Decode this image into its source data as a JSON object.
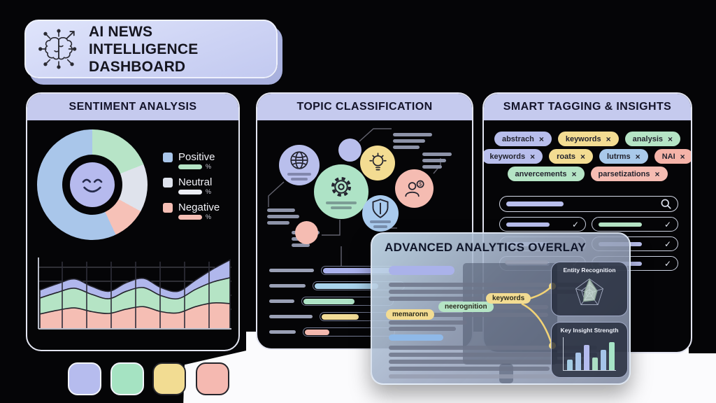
{
  "header": {
    "title_line1": "AI NEWS INTELLIGENCE",
    "title_line2": "DASHBOARD"
  },
  "glyphs": {
    "close": "×",
    "check": "✓",
    "percent": "%",
    "dollar": "$"
  },
  "colors": {
    "lavender": "#b8beec",
    "yellow": "#f3dc92",
    "green": "#b5e4c5",
    "blue": "#a9c9ea",
    "pink": "#f5bcb2",
    "panel_header": "#c5caee",
    "connector": "#f2d376",
    "background": "#050507",
    "page": "#fbfbfd"
  },
  "panels": {
    "sentiment": {
      "title": "SENTIMENT ANALYSIS",
      "legend": [
        {
          "label": "Positive",
          "swatch": "#a9c6ea",
          "bar": "#b5e4c5"
        },
        {
          "label": "Neutral",
          "swatch": "#dfe3ec",
          "bar": "#eceef4"
        },
        {
          "label": "Negative",
          "swatch": "#f5beb4",
          "bar": "#f5beb4"
        }
      ]
    },
    "topic": {
      "title": "TOPIC CLASSIFICATION"
    },
    "tagging": {
      "title": "SMART TAGGING & INSIGHTS",
      "tags": [
        {
          "label": "abstrach",
          "color": "#b8beec"
        },
        {
          "label": "keywords",
          "color": "#f3dc92"
        },
        {
          "label": "analysis",
          "color": "#b5e4c5"
        },
        {
          "label": "keywords",
          "color": "#b8beec"
        },
        {
          "label": "roats",
          "color": "#f3dc92"
        },
        {
          "label": "lutrms",
          "color": "#a9c9ea"
        },
        {
          "label": "NAI",
          "color": "#f5b3a8"
        },
        {
          "label": "anvercements",
          "color": "#b5e4c5"
        },
        {
          "label": "parsetizations",
          "color": "#f5bcb2"
        }
      ],
      "check_rows": [
        {
          "bar": "#b8beec"
        },
        {
          "bar": "#b5e4c5"
        },
        {
          "bar": "#b8beec"
        },
        {
          "bar": "#b8beec"
        },
        {
          "bar": "#b8beec"
        },
        {
          "bar": "#b8beec"
        }
      ]
    },
    "overlay": {
      "title": "ADVANCED ANALYTICS OVERLAY",
      "inline_tags": [
        {
          "label": "memaronn",
          "color": "#f3dc92"
        },
        {
          "label": "neerognition",
          "color": "#b5e4c5"
        },
        {
          "label": "keywords",
          "color": "#f3dc92"
        }
      ],
      "cards": [
        {
          "title": "Entity Recognition"
        },
        {
          "title": "Key Insight Strength"
        }
      ]
    }
  },
  "chart_data": [
    {
      "type": "pie",
      "variant": "donut",
      "title": "Sentiment share",
      "note": "slices drawn clockwise from 12 o'clock; green slice has no legend label",
      "slices": [
        {
          "label": "",
          "value": 19,
          "color": "#b7e4c7"
        },
        {
          "label": "Neutral",
          "value": 14,
          "color": "#dfe3ec"
        },
        {
          "label": "Negative",
          "value": 10,
          "color": "#f6c1b7"
        },
        {
          "label": "Positive",
          "value": 57,
          "color": "#a9c6ea"
        }
      ]
    },
    {
      "type": "area",
      "stacked": true,
      "grid": true,
      "x": [
        0,
        1,
        2,
        3,
        4,
        5,
        6,
        7,
        8,
        9,
        10,
        11
      ],
      "series": [
        {
          "name": "negative",
          "color": "#f5beb4",
          "values": [
            24,
            30,
            34,
            28,
            25,
            32,
            36,
            28,
            26,
            36,
            42,
            41
          ]
        },
        {
          "name": "neutral",
          "color": "#b5e4c5",
          "values": [
            26,
            29,
            32,
            28,
            24,
            29,
            31,
            26,
            23,
            28,
            34,
            42
          ]
        },
        {
          "name": "positive",
          "color": "#b0b7ec",
          "values": [
            13,
            14,
            15,
            13,
            12,
            14,
            15,
            13,
            12,
            15,
            21,
            29
          ]
        }
      ]
    },
    {
      "type": "bar",
      "orientation": "horizontal",
      "title": "Topic distribution",
      "values": [
        96,
        72,
        58,
        42,
        28
      ],
      "colors": [
        "#aab1ec",
        "#a9d3ec",
        "#aee3c6",
        "#f2dc96",
        "#f3b8ae"
      ]
    },
    {
      "type": "bar",
      "title": "Key Insight Strength",
      "values": [
        35,
        60,
        85,
        42,
        68,
        95
      ],
      "colors": [
        "#a4cde4",
        "#a9c6ea",
        "#b4bbee",
        "#abdfc3",
        "#a4c4e8",
        "#a6e4c6"
      ]
    },
    {
      "type": "radar",
      "title": "Entity Recognition",
      "axes": 5,
      "values": [
        0.95,
        0.55,
        0.6,
        0.7,
        0.35
      ]
    }
  ],
  "swatches": [
    "#b6bcee",
    "#a5e3c2",
    "#f2dc92",
    "#f5b9b1"
  ]
}
